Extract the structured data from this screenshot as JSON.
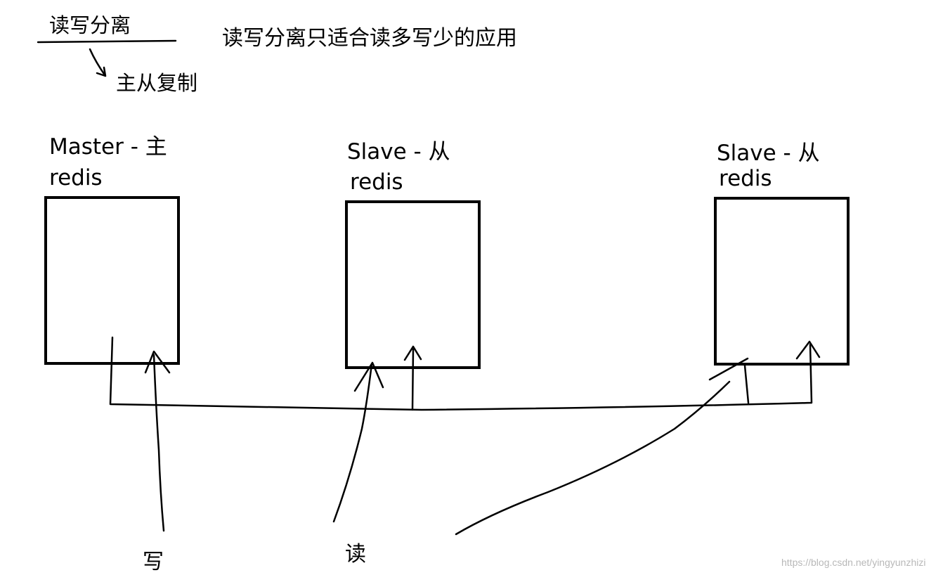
{
  "header": {
    "title": "读写分离",
    "subtitle": "主从复制",
    "note": "读写分离只适合读多写少的应用"
  },
  "nodes": [
    {
      "role": "Master - 主",
      "name": "redis"
    },
    {
      "role": "Slave - 从",
      "name": "redis"
    },
    {
      "role": "Slave - 从",
      "name": "redis"
    }
  ],
  "labels": {
    "write": "写",
    "read": "读"
  },
  "watermark": "https://blog.csdn.net/yingyunzhizi"
}
